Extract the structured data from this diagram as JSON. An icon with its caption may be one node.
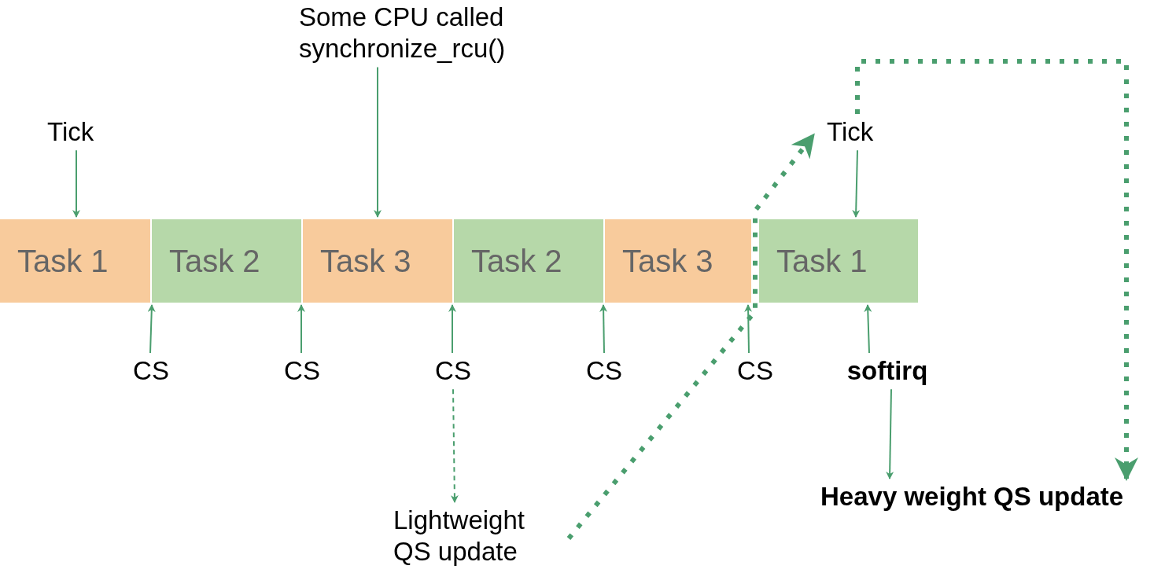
{
  "diagram": {
    "nodes": [
      {
        "text": [
          "Task 1"
        ]
      },
      {
        "text": [
          "Task 2"
        ]
      },
      {
        "text": [
          "Task 3"
        ]
      },
      {
        "text": [
          "Task 2"
        ]
      },
      {
        "text": [
          "Task 3"
        ]
      },
      {
        "text": [
          "Task 1"
        ]
      },
      {
        "text": [
          "Some CPU called synchronize_rcu()"
        ]
      },
      {
        "text": [
          "Tick"
        ]
      },
      {
        "text": [
          "Tick"
        ]
      },
      {
        "text": [
          "CS"
        ]
      },
      {
        "text": [
          "CS"
        ]
      },
      {
        "text": [
          "CS"
        ]
      },
      {
        "text": [
          "CS"
        ]
      },
      {
        "text": [
          "CS"
        ]
      },
      {
        "text": [
          "softirq"
        ]
      },
      {
        "text": [
          "Lightweight QS update"
        ]
      },
      {
        "text": [
          "Heavy weight QS update"
        ]
      }
    ],
    "edges": [
      {
        "from": 7,
        "to": 0,
        "arrow": "to"
      },
      {
        "from": 6,
        "to": 2,
        "arrow": "to"
      },
      {
        "from": 8,
        "to": 5,
        "arrow": "to"
      },
      {
        "from": 9,
        "to": 1,
        "arrow": "to"
      },
      {
        "from": 10,
        "to": 1,
        "arrow": "to"
      },
      {
        "from": 11,
        "to": 2,
        "arrow": "to"
      },
      {
        "from": 12,
        "to": 3,
        "arrow": "to"
      },
      {
        "from": 13,
        "to": 4,
        "arrow": "to"
      },
      {
        "from": 14,
        "to": 5,
        "arrow": "to"
      },
      {
        "from": 11,
        "to": 15,
        "arrow": "to",
        "style": "dashed"
      },
      {
        "from": 15,
        "to": 8,
        "arrow": "to",
        "style": "dashed"
      },
      {
        "from": 8,
        "to": 16,
        "arrow": "to",
        "style": "dashed"
      },
      {
        "from": 14,
        "to": 16,
        "arrow": "to"
      }
    ]
  }
}
